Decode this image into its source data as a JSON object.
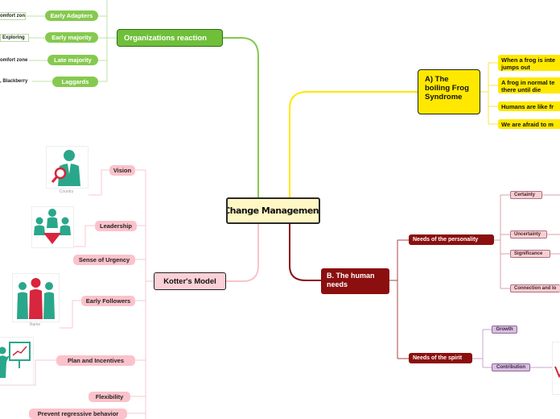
{
  "central": {
    "label": "Change Management"
  },
  "organizations": {
    "label": "Organizations reaction",
    "items": [
      {
        "label": "Early Adapters",
        "note": "omfort zone"
      },
      {
        "label": "Early majority",
        "note": "Exploring"
      },
      {
        "label": "Late majority",
        "note": "omfort zone"
      },
      {
        "label": "Laggards",
        "note": ", Blackberry"
      }
    ]
  },
  "frog": {
    "label": "A) The boiling Frog Syndrome",
    "items": [
      {
        "label": "When a frog is inte jumps out"
      },
      {
        "label": "A frog in normal te there until die"
      },
      {
        "label": "Humans are like fr"
      },
      {
        "label": "We are afraid to m"
      }
    ]
  },
  "human_needs": {
    "label": "B. The human needs",
    "personality": {
      "label": "Needs of the personality",
      "items": [
        {
          "label": "Certainty"
        },
        {
          "label": "Uncertainty"
        },
        {
          "label": "Significance"
        },
        {
          "label": "Connection and lo"
        }
      ]
    },
    "spirit": {
      "label": "Needs of the spirit",
      "items": [
        {
          "label": "Growth"
        },
        {
          "label": "Contribution"
        }
      ]
    }
  },
  "kotter": {
    "label": "Kotter's Model",
    "items": [
      {
        "label": "Vision"
      },
      {
        "label": "Leadership"
      },
      {
        "label": "Sense of Urgency"
      },
      {
        "label": "Early Followers"
      },
      {
        "label": "Plan and Incentives"
      },
      {
        "label": "Flexibility"
      },
      {
        "label": "Prevent regressive behavior"
      }
    ],
    "captions": {
      "vision": "Country",
      "followers": "Name"
    }
  },
  "colors": {
    "green": "#6fbf3a",
    "yellow": "#ffe800",
    "dark_red": "#8b0f0f",
    "pink": "#fbc2cb",
    "purple": "#d8bfe0",
    "teal": "#2aa78a",
    "icon_red": "#d7263d"
  }
}
